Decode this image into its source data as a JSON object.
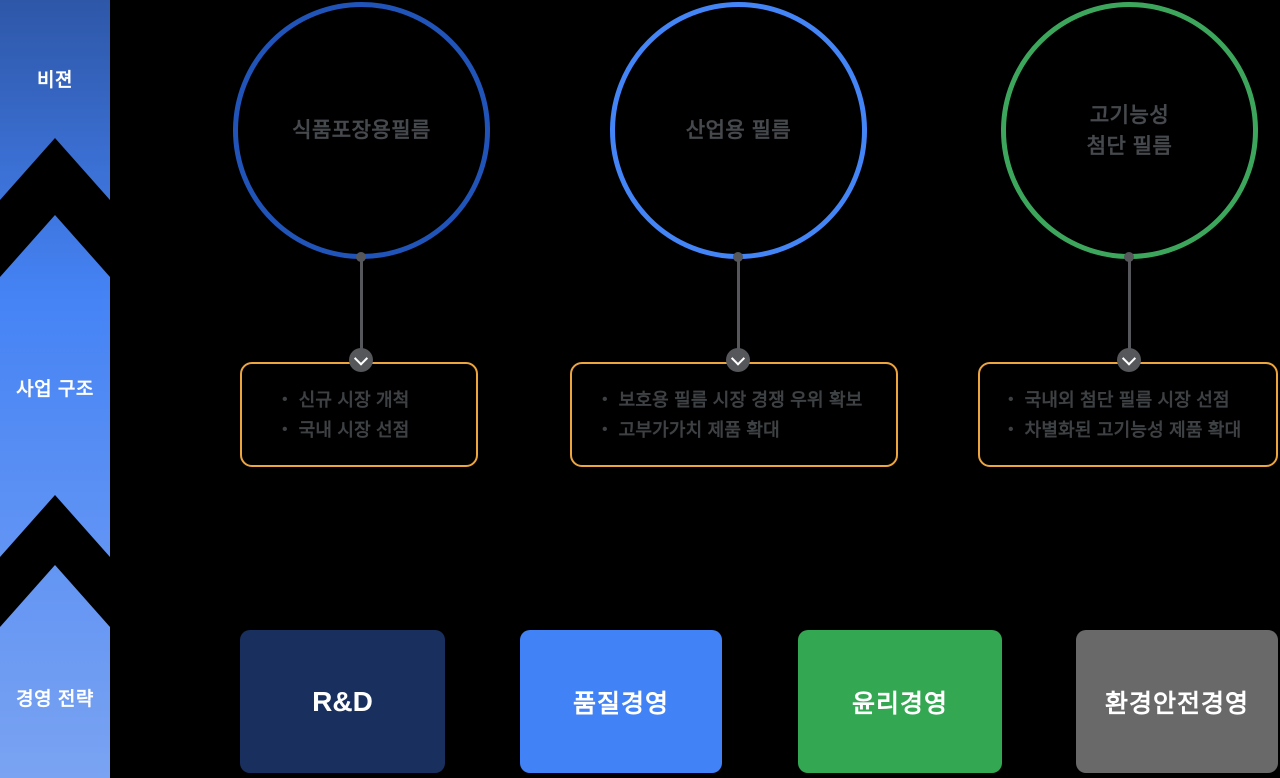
{
  "page": {
    "bg": "#000000"
  },
  "sidebar": {
    "gradient": {
      "top": "#2e57a8",
      "mid": "#4583f5",
      "bottom": "#7aa3f2"
    },
    "items": [
      {
        "label": "비젼"
      },
      {
        "label": "사업 구조"
      },
      {
        "label": "경영 전략"
      }
    ]
  },
  "vision_circles": [
    {
      "label": "식품포장용필름",
      "color": "#2154b8"
    },
    {
      "label": "산업용 필름",
      "color": "#4384f6"
    },
    {
      "label": "고기능성\n첨단 필름",
      "color": "#3ca75c"
    }
  ],
  "business_boxes": [
    {
      "bullets": [
        "신규 시장 개척",
        "국내 시장 선점"
      ]
    },
    {
      "bullets": [
        "보호용 필름 시장 경쟁 우위 확보",
        "고부가가치 제품 확대"
      ]
    },
    {
      "bullets": [
        "국내외 첨단 필름 시장 선점",
        "차별화된 고기능성 제품 확대"
      ]
    }
  ],
  "strategy_boxes": [
    {
      "label": "R&D",
      "color": "#19305e"
    },
    {
      "label": "품질경영",
      "color": "#4182f6"
    },
    {
      "label": "윤리경영",
      "color": "#33a751"
    },
    {
      "label": "환경안전경영",
      "color": "#696969"
    }
  ],
  "accents": {
    "connector": "#55575a",
    "badge": "#55575a",
    "chevron": "#ffffff",
    "outline_box_border": "#eda53e",
    "bullet_marker": "•"
  }
}
